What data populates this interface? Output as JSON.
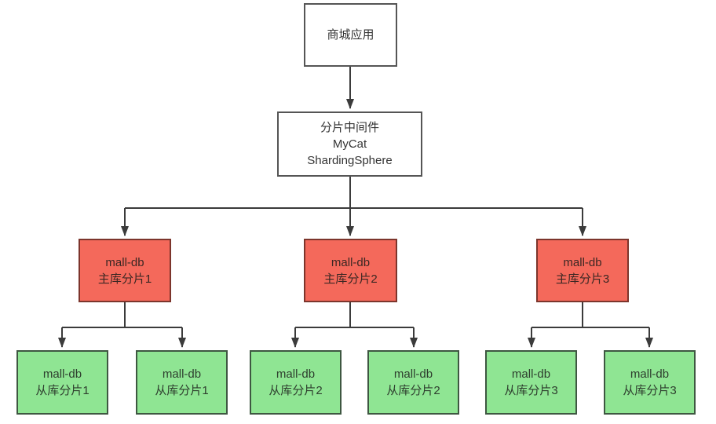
{
  "diagram": {
    "app": {
      "label": "商城应用"
    },
    "middleware": {
      "lines": [
        "分片中间件",
        "MyCat",
        "ShardingSphere"
      ]
    },
    "masters": [
      {
        "line1": "mall-db",
        "line2": "主库分片1"
      },
      {
        "line1": "mall-db",
        "line2": "主库分片2"
      },
      {
        "line1": "mall-db",
        "line2": "主库分片3"
      }
    ],
    "slaves": [
      {
        "line1": "mall-db",
        "line2": "从库分片1"
      },
      {
        "line1": "mall-db",
        "line2": "从库分片1"
      },
      {
        "line1": "mall-db",
        "line2": "从库分片2"
      },
      {
        "line1": "mall-db",
        "line2": "从库分片2"
      },
      {
        "line1": "mall-db",
        "line2": "从库分片3"
      },
      {
        "line1": "mall-db",
        "line2": "从库分片3"
      }
    ],
    "colors": {
      "master_fill": "#f4695b",
      "slave_fill": "#8fe593",
      "plain_fill": "#ffffff",
      "line": "#3b3b3b",
      "text": "#333333"
    }
  }
}
